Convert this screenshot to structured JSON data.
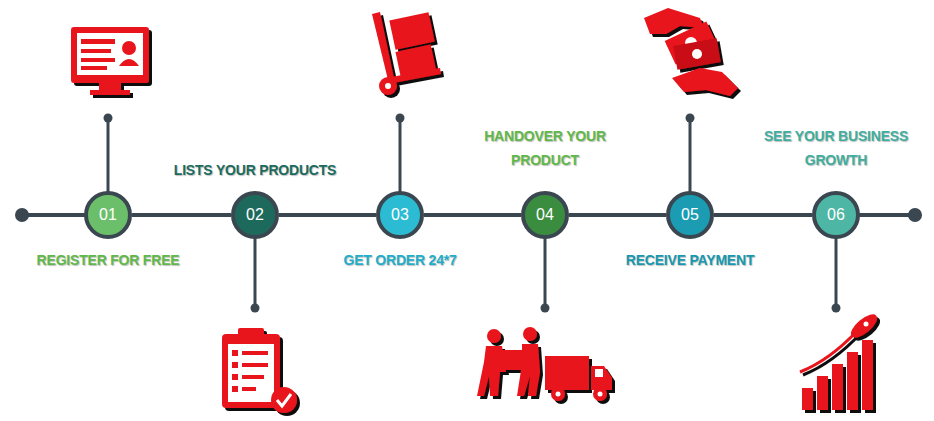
{
  "diagram": {
    "nodes": [
      {
        "text": [
          "01",
          "REGISTER FOR FREE"
        ]
      },
      {
        "text": [
          "02",
          "LISTS YOUR PRODUCTS"
        ]
      },
      {
        "text": [
          "03",
          "GET ORDER 24*7"
        ]
      },
      {
        "text": [
          "04",
          "HANDOVER YOUR PRODUCT"
        ]
      },
      {
        "text": [
          "05",
          "RECEIVE PAYMENT"
        ]
      },
      {
        "text": [
          "06",
          "SEE YOUR BUSINESS GROWTH"
        ]
      }
    ],
    "edges": [
      {
        "from": 0,
        "to": 1,
        "arrow": "none"
      },
      {
        "from": 1,
        "to": 2,
        "arrow": "none"
      },
      {
        "from": 2,
        "to": 3,
        "arrow": "none"
      },
      {
        "from": 3,
        "to": 4,
        "arrow": "none"
      },
      {
        "from": 4,
        "to": 5,
        "arrow": "none"
      }
    ]
  }
}
